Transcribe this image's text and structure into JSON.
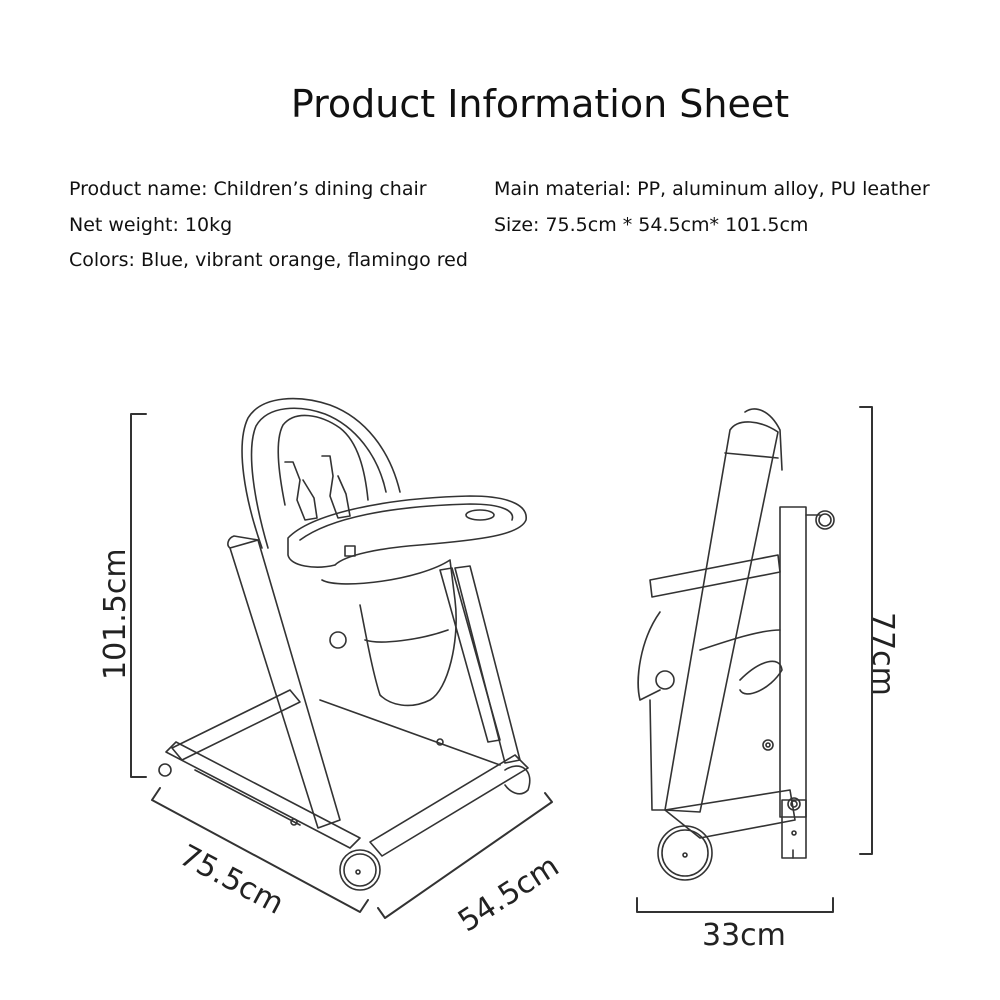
{
  "header": {
    "title": "Product Information Sheet"
  },
  "specs": {
    "left": [
      {
        "label": "Product name",
        "value": "Children’s dining chair",
        "text": "Product name: Children’s dining chair"
      },
      {
        "label": "Net weight",
        "value": "10kg",
        "text": "Net weight: 10kg"
      },
      {
        "label": "Colors",
        "value": "Blue, vibrant orange, flamingo red",
        "text": "Colors: Blue, vibrant orange, flamingo red"
      }
    ],
    "right": [
      {
        "label": "Main material",
        "value": "PP, aluminum alloy, PU leather",
        "text": "Main material: PP, aluminum alloy, PU leather"
      },
      {
        "label": "Size",
        "value": "75.5cm * 54.5cm* 101.5cm",
        "text": "Size: 75.5cm * 54.5cm* 101.5cm"
      }
    ]
  },
  "diagrams": {
    "front_view": {
      "height_label": "101.5cm",
      "length_label": "75.5cm",
      "width_label": "54.5cm"
    },
    "folded_side_view": {
      "height_label": "77cm",
      "depth_label": "33cm"
    }
  }
}
